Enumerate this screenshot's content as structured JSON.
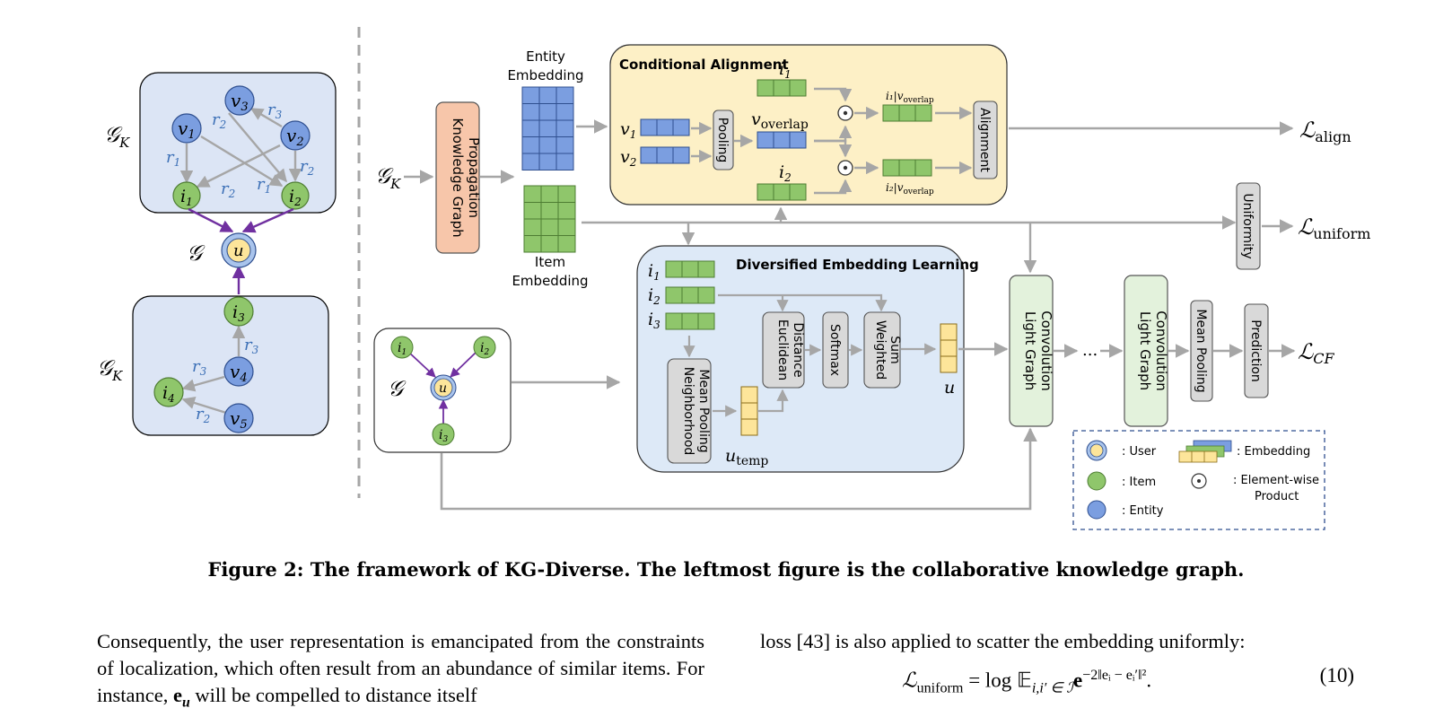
{
  "left_panel": {
    "graph_label_top": "𝒢",
    "graph_label_top_sub": "K",
    "graph_label_mid": "𝒢",
    "graph_label_bottom": "𝒢",
    "graph_label_bottom_sub": "K",
    "top_nodes": {
      "v1": "v",
      "v1_sub": "1",
      "v2": "v",
      "v2_sub": "2",
      "v3": "v",
      "v3_sub": "3",
      "i1": "i",
      "i1_sub": "1",
      "i2": "i",
      "i2_sub": "2"
    },
    "top_edges": {
      "r1a": "r",
      "r1a_sub": "1",
      "r2a": "r",
      "r2a_sub": "2",
      "r3": "r",
      "r3_sub": "3",
      "r2b": "r",
      "r2b_sub": "2",
      "r2c": "r",
      "r2c_sub": "2",
      "r1b": "r",
      "r1b_sub": "1"
    },
    "user": "u",
    "bottom_nodes": {
      "i3": "i",
      "i3_sub": "3",
      "v4": "v",
      "v4_sub": "4",
      "i4": "i",
      "i4_sub": "4",
      "v5": "v",
      "v5_sub": "5"
    },
    "bottom_edges": {
      "r3a": "r",
      "r3a_sub": "3",
      "r3b": "r",
      "r3b_sub": "3",
      "r2": "r",
      "r2_sub": "2"
    }
  },
  "main": {
    "input_gk": "𝒢",
    "input_gk_sub": "K",
    "kg_propagation": [
      "Knowledge Graph",
      "Propagation"
    ],
    "entity_embedding": [
      "Entity",
      "Embedding"
    ],
    "item_embedding": [
      "Item",
      "Embedding"
    ],
    "conditional_alignment": {
      "title": "Conditional Alignment",
      "v1": "v",
      "v1_sub": "1",
      "v2": "v",
      "v2_sub": "2",
      "pooling": "Pooling",
      "v_overlap": "v",
      "v_overlap_sub": "overlap",
      "i1": "i",
      "i1_sub": "1",
      "i2": "i",
      "i2_sub": "2",
      "cond1": "i₁|v",
      "cond1_sub": "overlap",
      "cond2": "i₂|v",
      "cond2_sub": "overlap",
      "alignment": "Alignment"
    },
    "uniformity": "Uniformity",
    "diversified": {
      "title": "Diversified Embedding Learning",
      "i1": "i",
      "i1_sub": "1",
      "i2": "i",
      "i2_sub": "2",
      "i3": "i",
      "i3_sub": "3",
      "neighborhood_pooling": [
        "Neighborhood",
        "Mean Pooling"
      ],
      "euclidean": [
        "Euclidean",
        "Distance"
      ],
      "softmax": "Softmax",
      "weighted_sum": [
        "Weighted",
        "Sum"
      ],
      "u": "u",
      "u_temp": "u",
      "u_temp_sub": "temp"
    },
    "small_graph": {
      "label": "𝒢",
      "i1": "i",
      "i1_sub": "1",
      "i2": "i",
      "i2_sub": "2",
      "i3": "i",
      "i3_sub": "3",
      "u": "u"
    },
    "lgc1": [
      "Light Graph",
      "Convolution"
    ],
    "ellipsis": "...",
    "lgc2": [
      "Light Graph",
      "Convolution"
    ],
    "mean_pooling": "Mean Pooling",
    "prediction": "Prediction",
    "loss_align": "ℒ",
    "loss_align_sub": "align",
    "loss_uniform": "ℒ",
    "loss_uniform_sub": "uniform",
    "loss_cf": "ℒ",
    "loss_cf_sub": "CF"
  },
  "legend": {
    "user": ": User",
    "item": ": Item",
    "entity": ": Entity",
    "embedding": ": Embedding",
    "product_line1": ": Element-wise",
    "product_line2": "Product"
  },
  "caption": "Figure 2: The framework of KG-Diverse. The leftmost figure is the collaborative knowledge graph.",
  "text": {
    "left": "Consequently, the user representation is emancipated from the constraints of localization, which often result from an abundance of similar items. For instance,",
    "left_eu": "e",
    "left_eu_sub": "u",
    "left_end": "will be compelled to distance itself",
    "right": "loss [43] is also applied to scatter the embedding uniformly:",
    "equation": "ℒ",
    "equation_sub": "uniform",
    "equation_rest": "= log 𝔼",
    "equation_expect_sub": "i,i′ ∈ ℐ",
    "equation_exp": "e",
    "equation_exponent": "−2‖eᵢ − eᵢ′‖²",
    "equation_end": ".",
    "equation_number": "(10)"
  },
  "colors": {
    "entity": "#7b9ee0",
    "item": "#8fc66b",
    "user": "#fde59a",
    "kg_panel": "#dce5f5",
    "cond_panel": "#fdf0c6",
    "div_panel": "#dde9f7",
    "lgc": "#e3f2dc",
    "kgp": "#f7c6aa",
    "gray_box": "#d9d9d9",
    "arrow": "#a6a6a6",
    "purple": "#7030a0",
    "edge_label": "#3b6fb6"
  }
}
